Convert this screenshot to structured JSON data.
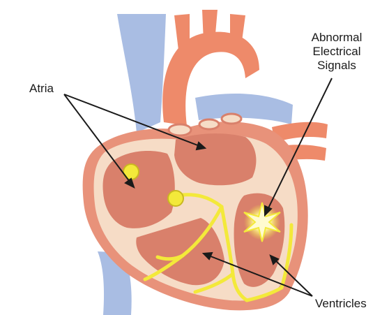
{
  "labels": {
    "atria": "Atria",
    "abnormal_line1": "Abnormal",
    "abnormal_line2": "Electrical",
    "abnormal_line3": "Signals",
    "ventricles": "Ventricles"
  },
  "colors": {
    "vein_blue": "#a9bde3",
    "heart_outer": "#e8927a",
    "heart_wall": "#f6dcc6",
    "chamber": "#d9806b",
    "artery": "#ee8a6a",
    "conduction": "#f3e93a",
    "arrow": "#1a1a1a"
  }
}
